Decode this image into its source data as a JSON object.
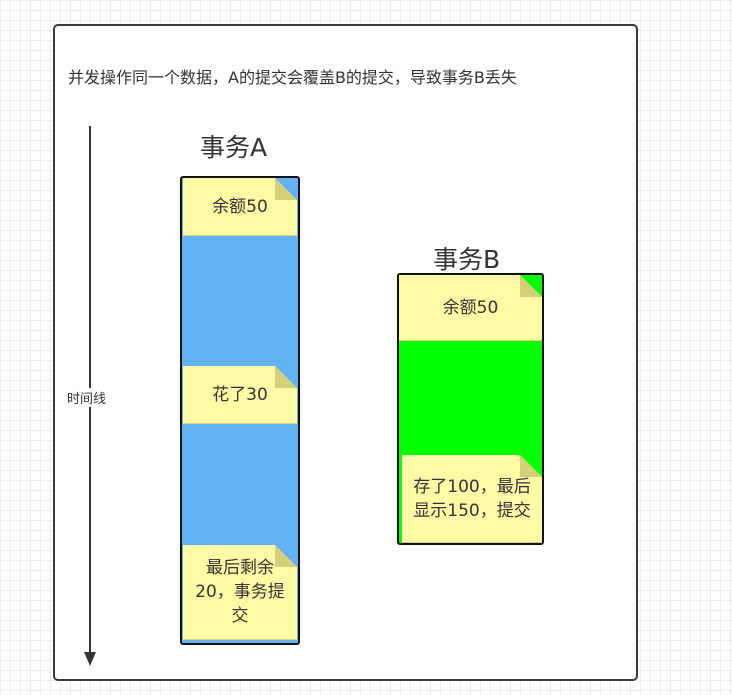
{
  "headline": "并发操作同一个数据，A的提交会覆盖B的提交，导致事务B丢失",
  "timeline": {
    "label": "时间线"
  },
  "transaction_a": {
    "title": "事务A",
    "color": "#64b2f4",
    "notes": [
      "余额50",
      "花了30",
      "最后剩余20，事务提交"
    ]
  },
  "transaction_b": {
    "title": "事务B",
    "color": "#00ff00",
    "notes": [
      "余额50",
      "存了100，最后显示150，提交"
    ]
  },
  "note_color": "#fffaa5"
}
